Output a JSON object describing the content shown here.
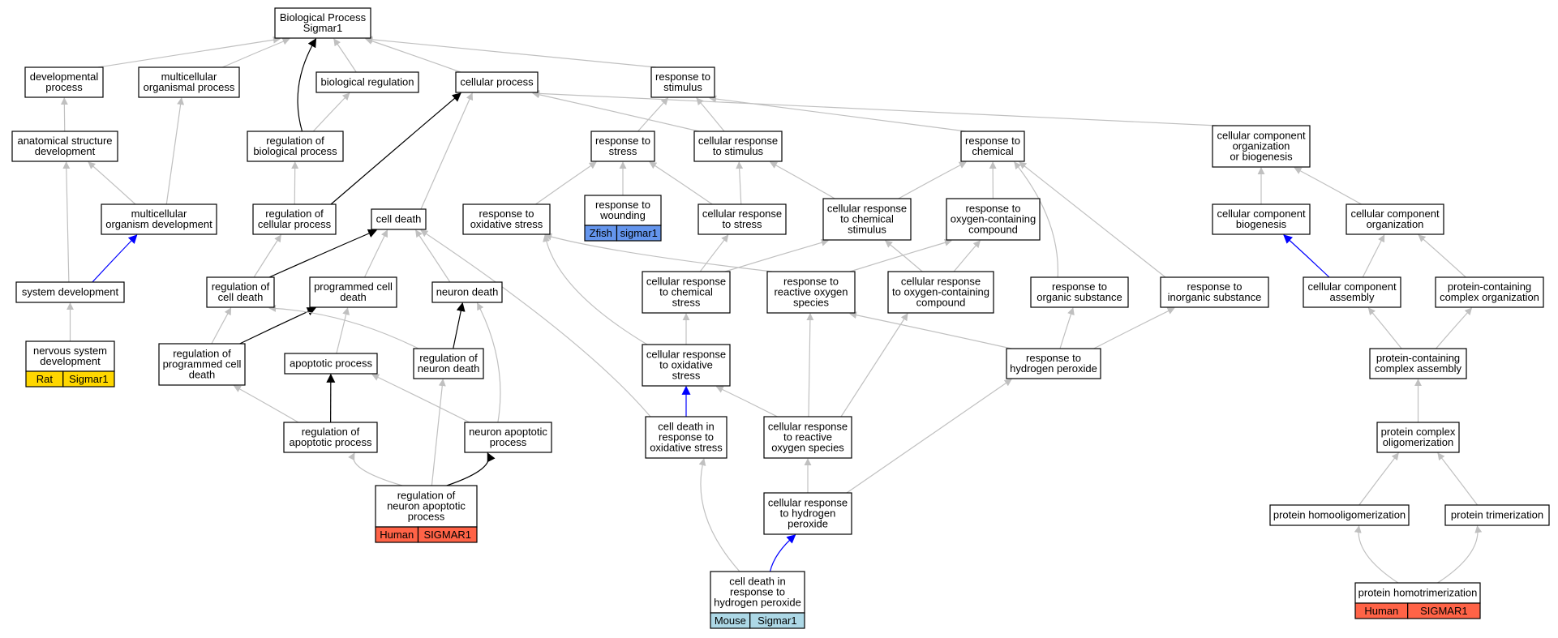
{
  "colors": {
    "is_a": "#c0c0c0",
    "regulates": "#000000",
    "part_of": "#0000ff",
    "rat": "#ffd700",
    "zfish": "#6495ed",
    "human": "#ff6347",
    "mouse": "#add8e6"
  },
  "nodes": [
    {
      "id": "bp",
      "lines": [
        "Biological Process",
        "Sigmar1"
      ]
    },
    {
      "id": "dev",
      "lines": [
        "developmental",
        "process"
      ]
    },
    {
      "id": "multiproc",
      "lines": [
        "multicellular",
        "organismal process"
      ]
    },
    {
      "id": "bioreg",
      "lines": [
        "biological regulation"
      ]
    },
    {
      "id": "cellproc",
      "lines": [
        "cellular process"
      ]
    },
    {
      "id": "respstim",
      "lines": [
        "response to",
        "stimulus"
      ]
    },
    {
      "id": "anat",
      "lines": [
        "anatomical structure",
        "development"
      ]
    },
    {
      "id": "regbio",
      "lines": [
        "regulation of",
        "biological process"
      ]
    },
    {
      "id": "respstress",
      "lines": [
        "response to",
        "stress"
      ]
    },
    {
      "id": "cellrespstim",
      "lines": [
        "cellular response",
        "to stimulus"
      ]
    },
    {
      "id": "respchem",
      "lines": [
        "response to",
        "chemical"
      ]
    },
    {
      "id": "ccorgbio",
      "lines": [
        "cellular component",
        "organization",
        "or biogenesis"
      ]
    },
    {
      "id": "multidev",
      "lines": [
        "multicellular",
        "organism development"
      ]
    },
    {
      "id": "regcell",
      "lines": [
        "regulation of",
        "cellular process"
      ]
    },
    {
      "id": "celldeath",
      "lines": [
        "cell death"
      ]
    },
    {
      "id": "respox",
      "lines": [
        "response to",
        "oxidative stress"
      ]
    },
    {
      "id": "respwound",
      "lines": [
        "response to",
        "wounding"
      ],
      "tag": {
        "species": "Zfish",
        "gene": "sigmar1",
        "color": "zfish"
      }
    },
    {
      "id": "cellrespstress",
      "lines": [
        "cellular response",
        "to stress"
      ]
    },
    {
      "id": "cellrespchem",
      "lines": [
        "cellular response",
        "to chemical",
        "stimulus"
      ]
    },
    {
      "id": "respoxcomp",
      "lines": [
        "response to",
        "oxygen-containing",
        "compound"
      ]
    },
    {
      "id": "ccbio",
      "lines": [
        "cellular component",
        "biogenesis"
      ]
    },
    {
      "id": "ccorg",
      "lines": [
        "cellular component",
        "organization"
      ]
    },
    {
      "id": "sysdev",
      "lines": [
        "system development"
      ]
    },
    {
      "id": "regcd",
      "lines": [
        "regulation of",
        "cell death"
      ]
    },
    {
      "id": "pcd",
      "lines": [
        "programmed cell",
        "death"
      ]
    },
    {
      "id": "neurondeath",
      "lines": [
        "neuron death"
      ]
    },
    {
      "id": "cellrespchem2",
      "lines": [
        "cellular response",
        "to chemical",
        "stress"
      ]
    },
    {
      "id": "respros",
      "lines": [
        "response to",
        "reactive oxygen",
        "species"
      ]
    },
    {
      "id": "cellrespoxcomp",
      "lines": [
        "cellular response",
        "to oxygen-containing",
        "compound"
      ]
    },
    {
      "id": "resporg",
      "lines": [
        "response to",
        "organic substance"
      ]
    },
    {
      "id": "respinorg",
      "lines": [
        "response to",
        "inorganic substance"
      ]
    },
    {
      "id": "ccassembly",
      "lines": [
        "cellular component",
        "assembly"
      ]
    },
    {
      "id": "pcorg",
      "lines": [
        "protein-containing",
        "complex organization"
      ]
    },
    {
      "id": "nsdev",
      "lines": [
        "nervous system",
        "development"
      ],
      "tag": {
        "species": "Rat",
        "gene": "Sigmar1",
        "color": "rat"
      }
    },
    {
      "id": "regpcd",
      "lines": [
        "regulation of",
        "programmed cell",
        "death"
      ]
    },
    {
      "id": "apop",
      "lines": [
        "apoptotic process"
      ]
    },
    {
      "id": "regnd",
      "lines": [
        "regulation of",
        "neuron death"
      ]
    },
    {
      "id": "cellrespox",
      "lines": [
        "cellular response",
        "to oxidative",
        "stress"
      ]
    },
    {
      "id": "resph2o2",
      "lines": [
        "response to",
        "hydrogen peroxide"
      ]
    },
    {
      "id": "pcassembly",
      "lines": [
        "protein-containing",
        "complex assembly"
      ]
    },
    {
      "id": "regapop",
      "lines": [
        "regulation of",
        "apoptotic process"
      ]
    },
    {
      "id": "nap",
      "lines": [
        "neuron apoptotic",
        "process"
      ]
    },
    {
      "id": "cdox",
      "lines": [
        "cell death in",
        "response to",
        "oxidative stress"
      ]
    },
    {
      "id": "cellrespros",
      "lines": [
        "cellular response",
        "to reactive",
        "oxygen species"
      ]
    },
    {
      "id": "pcoligo",
      "lines": [
        "protein complex",
        "oligomerization"
      ]
    },
    {
      "id": "regnap",
      "lines": [
        "regulation of",
        "neuron apoptotic",
        "process"
      ],
      "tag": {
        "species": "Human",
        "gene": "SIGMAR1",
        "color": "human"
      }
    },
    {
      "id": "cellresph2o2",
      "lines": [
        "cellular response",
        "to hydrogen",
        "peroxide"
      ]
    },
    {
      "id": "homoolig",
      "lines": [
        "protein homooligomerization"
      ]
    },
    {
      "id": "trimer",
      "lines": [
        "protein trimerization"
      ]
    },
    {
      "id": "cdh2o2",
      "lines": [
        "cell death in",
        "response to",
        "hydrogen peroxide"
      ],
      "tag": {
        "species": "Mouse",
        "gene": "Sigmar1",
        "color": "mouse"
      }
    },
    {
      "id": "homotrimer",
      "lines": [
        "protein homotrimerization"
      ],
      "tag": {
        "species": "Human",
        "gene": "SIGMAR1",
        "color": "human"
      }
    }
  ],
  "edges": [
    {
      "from": "dev",
      "to": "bp",
      "type": "is_a"
    },
    {
      "from": "multiproc",
      "to": "bp",
      "type": "is_a"
    },
    {
      "from": "bioreg",
      "to": "bp",
      "type": "is_a"
    },
    {
      "from": "cellproc",
      "to": "bp",
      "type": "is_a"
    },
    {
      "from": "respstim",
      "to": "bp",
      "type": "is_a"
    },
    {
      "from": "regbio",
      "to": "bp",
      "type": "regulates"
    },
    {
      "from": "regbio",
      "to": "bioreg",
      "type": "is_a"
    },
    {
      "from": "anat",
      "to": "dev",
      "type": "is_a"
    },
    {
      "from": "multidev",
      "to": "anat",
      "type": "is_a"
    },
    {
      "from": "multidev",
      "to": "multiproc",
      "type": "is_a"
    },
    {
      "from": "sysdev",
      "to": "anat",
      "type": "is_a"
    },
    {
      "from": "sysdev",
      "to": "multidev",
      "type": "part_of"
    },
    {
      "from": "nsdev",
      "to": "sysdev",
      "type": "is_a"
    },
    {
      "from": "regcell",
      "to": "regbio",
      "type": "is_a"
    },
    {
      "from": "regcell",
      "to": "cellproc",
      "type": "regulates"
    },
    {
      "from": "celldeath",
      "to": "cellproc",
      "type": "is_a"
    },
    {
      "from": "regcd",
      "to": "regcell",
      "type": "is_a"
    },
    {
      "from": "regcd",
      "to": "celldeath",
      "type": "regulates"
    },
    {
      "from": "pcd",
      "to": "celldeath",
      "type": "is_a"
    },
    {
      "from": "neurondeath",
      "to": "celldeath",
      "type": "is_a"
    },
    {
      "from": "regpcd",
      "to": "regcd",
      "type": "is_a"
    },
    {
      "from": "regpcd",
      "to": "pcd",
      "type": "regulates"
    },
    {
      "from": "apop",
      "to": "pcd",
      "type": "is_a"
    },
    {
      "from": "regnd",
      "to": "regcd",
      "type": "is_a"
    },
    {
      "from": "regnd",
      "to": "neurondeath",
      "type": "regulates"
    },
    {
      "from": "regapop",
      "to": "regpcd",
      "type": "is_a"
    },
    {
      "from": "regapop",
      "to": "apop",
      "type": "regulates"
    },
    {
      "from": "nap",
      "to": "apop",
      "type": "is_a"
    },
    {
      "from": "nap",
      "to": "neurondeath",
      "type": "is_a"
    },
    {
      "from": "regnap",
      "to": "regapop",
      "type": "is_a"
    },
    {
      "from": "regnap",
      "to": "regnd",
      "type": "is_a"
    },
    {
      "from": "regnap",
      "to": "nap",
      "type": "regulates"
    },
    {
      "from": "respstress",
      "to": "respstim",
      "type": "is_a"
    },
    {
      "from": "cellrespstim",
      "to": "respstim",
      "type": "is_a"
    },
    {
      "from": "cellrespstim",
      "to": "cellproc",
      "type": "is_a"
    },
    {
      "from": "respchem",
      "to": "respstim",
      "type": "is_a"
    },
    {
      "from": "ccorgbio",
      "to": "cellproc",
      "type": "is_a"
    },
    {
      "from": "respox",
      "to": "respstress",
      "type": "is_a"
    },
    {
      "from": "respwound",
      "to": "respstress",
      "type": "is_a"
    },
    {
      "from": "cellrespstress",
      "to": "respstress",
      "type": "is_a"
    },
    {
      "from": "cellrespstress",
      "to": "cellrespstim",
      "type": "is_a"
    },
    {
      "from": "cellrespchem",
      "to": "cellrespstim",
      "type": "is_a"
    },
    {
      "from": "cellrespchem",
      "to": "respchem",
      "type": "is_a"
    },
    {
      "from": "respoxcomp",
      "to": "respchem",
      "type": "is_a"
    },
    {
      "from": "cellrespchem2",
      "to": "cellrespstress",
      "type": "is_a"
    },
    {
      "from": "cellrespchem2",
      "to": "cellrespchem",
      "type": "is_a"
    },
    {
      "from": "respros",
      "to": "respox",
      "type": "is_a"
    },
    {
      "from": "respros",
      "to": "respoxcomp",
      "type": "is_a"
    },
    {
      "from": "cellrespoxcomp",
      "to": "cellrespchem",
      "type": "is_a"
    },
    {
      "from": "cellrespoxcomp",
      "to": "respoxcomp",
      "type": "is_a"
    },
    {
      "from": "resporg",
      "to": "respchem",
      "type": "is_a"
    },
    {
      "from": "respinorg",
      "to": "respchem",
      "type": "is_a"
    },
    {
      "from": "cellrespox",
      "to": "respox",
      "type": "is_a"
    },
    {
      "from": "cellrespox",
      "to": "cellrespchem2",
      "type": "is_a"
    },
    {
      "from": "resph2o2",
      "to": "respros",
      "type": "is_a"
    },
    {
      "from": "resph2o2",
      "to": "resporg",
      "type": "is_a"
    },
    {
      "from": "resph2o2",
      "to": "respinorg",
      "type": "is_a"
    },
    {
      "from": "cdox",
      "to": "celldeath",
      "type": "is_a"
    },
    {
      "from": "cdox",
      "to": "cellrespox",
      "type": "part_of"
    },
    {
      "from": "cellrespros",
      "to": "respros",
      "type": "is_a"
    },
    {
      "from": "cellrespros",
      "to": "cellrespoxcomp",
      "type": "is_a"
    },
    {
      "from": "cellrespros",
      "to": "cellrespox",
      "type": "is_a"
    },
    {
      "from": "cellresph2o2",
      "to": "cellrespros",
      "type": "is_a"
    },
    {
      "from": "cellresph2o2",
      "to": "resph2o2",
      "type": "is_a"
    },
    {
      "from": "cdh2o2",
      "to": "cdox",
      "type": "is_a"
    },
    {
      "from": "cdh2o2",
      "to": "cellresph2o2",
      "type": "part_of"
    },
    {
      "from": "ccbio",
      "to": "ccorgbio",
      "type": "is_a"
    },
    {
      "from": "ccorg",
      "to": "ccorgbio",
      "type": "is_a"
    },
    {
      "from": "ccassembly",
      "to": "ccbio",
      "type": "part_of"
    },
    {
      "from": "ccassembly",
      "to": "ccorg",
      "type": "is_a"
    },
    {
      "from": "pcorg",
      "to": "ccorg",
      "type": "is_a"
    },
    {
      "from": "pcassembly",
      "to": "ccassembly",
      "type": "is_a"
    },
    {
      "from": "pcassembly",
      "to": "pcorg",
      "type": "is_a"
    },
    {
      "from": "pcoligo",
      "to": "pcassembly",
      "type": "is_a"
    },
    {
      "from": "homoolig",
      "to": "pcoligo",
      "type": "is_a"
    },
    {
      "from": "trimer",
      "to": "pcoligo",
      "type": "is_a"
    },
    {
      "from": "homotrimer",
      "to": "homoolig",
      "type": "is_a"
    },
    {
      "from": "homotrimer",
      "to": "trimer",
      "type": "is_a"
    }
  ]
}
